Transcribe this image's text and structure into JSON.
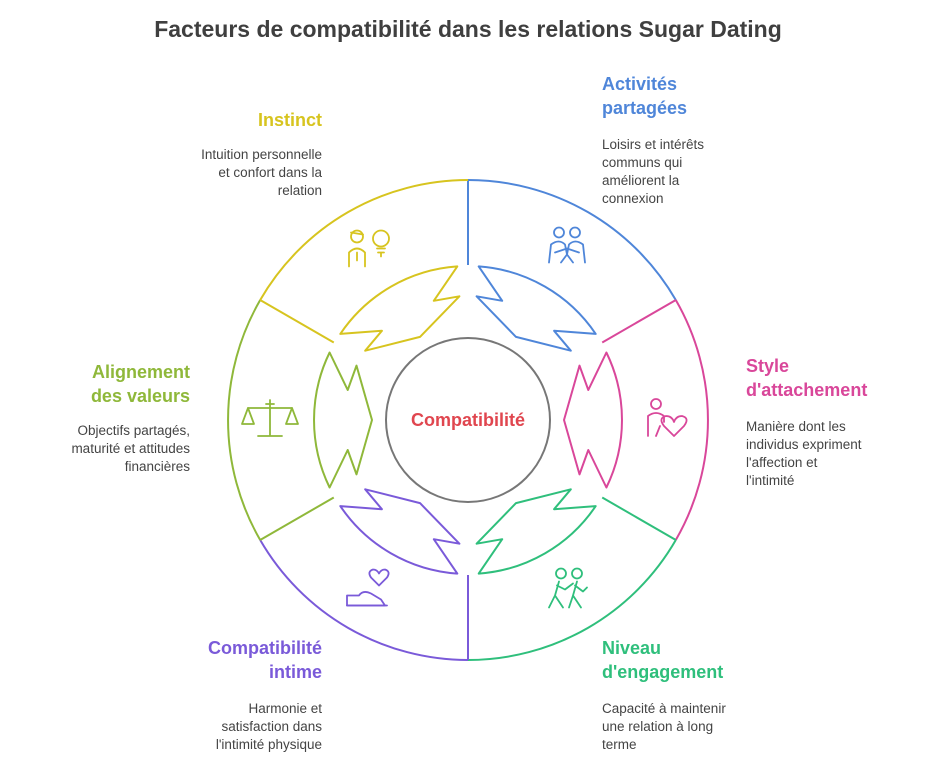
{
  "title": "Facteurs de compatibilité dans les relations Sugar Dating",
  "center": {
    "label": "Compatibilité",
    "color": "#e0464f"
  },
  "factors": [
    {
      "id": "activites",
      "title_lines": [
        "Activités",
        "partagées"
      ],
      "desc_lines": [
        "Loisirs et intérêts",
        "communs qui",
        "améliorent la",
        "connexion"
      ],
      "color": "#4f86d9",
      "icon": "couple-icon"
    },
    {
      "id": "attachement",
      "title_lines": [
        "Style",
        "d'attachement"
      ],
      "desc_lines": [
        "Manière dont les",
        "individus expriment",
        "l'affection et",
        "l'intimité"
      ],
      "color": "#d9479a",
      "icon": "person-heart-icon"
    },
    {
      "id": "engagement",
      "title_lines": [
        "Niveau",
        "d'engagement"
      ],
      "desc_lines": [
        "Capacité à maintenir",
        "une relation à long",
        "terme"
      ],
      "color": "#2fbf7c",
      "icon": "walking-couple-icon"
    },
    {
      "id": "intime",
      "title_lines": [
        "Compatibilité",
        "intime"
      ],
      "desc_lines": [
        "Harmonie et",
        "satisfaction dans",
        "l'intimité physique"
      ],
      "color": "#7a5ad9",
      "icon": "bed-heart-icon"
    },
    {
      "id": "valeurs",
      "title_lines": [
        "Alignement",
        "des valeurs"
      ],
      "desc_lines": [
        "Objectifs partagés,",
        "maturité et attitudes",
        "financières"
      ],
      "color": "#8fb83a",
      "icon": "scales-icon"
    },
    {
      "id": "instinct",
      "title_lines": [
        "Instinct"
      ],
      "desc_lines": [
        "Intuition personnelle",
        "et confort dans la",
        "relation"
      ],
      "color": "#d7c41f",
      "icon": "person-bulb-icon"
    }
  ]
}
